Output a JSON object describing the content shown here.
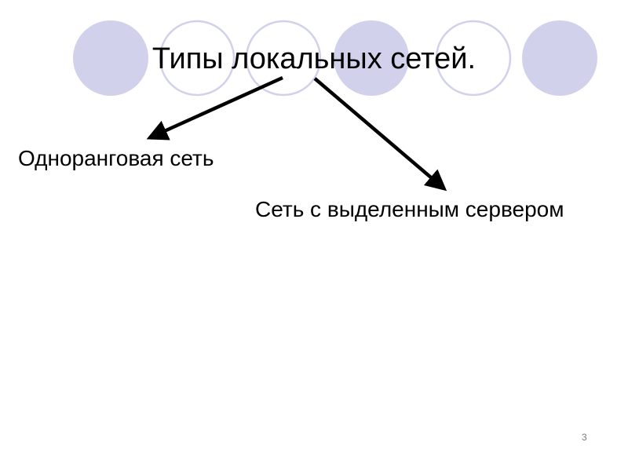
{
  "slide": {
    "title": "Типы локальных сетей.",
    "items": [
      "Одноранговая сеть",
      "Сеть с выделенным сервером"
    ],
    "page_number": "3"
  },
  "colors": {
    "circle_fill": "#d1d1ec",
    "circle_outline": "#d1d1ec",
    "arrow": "#000000",
    "text": "#000000"
  }
}
